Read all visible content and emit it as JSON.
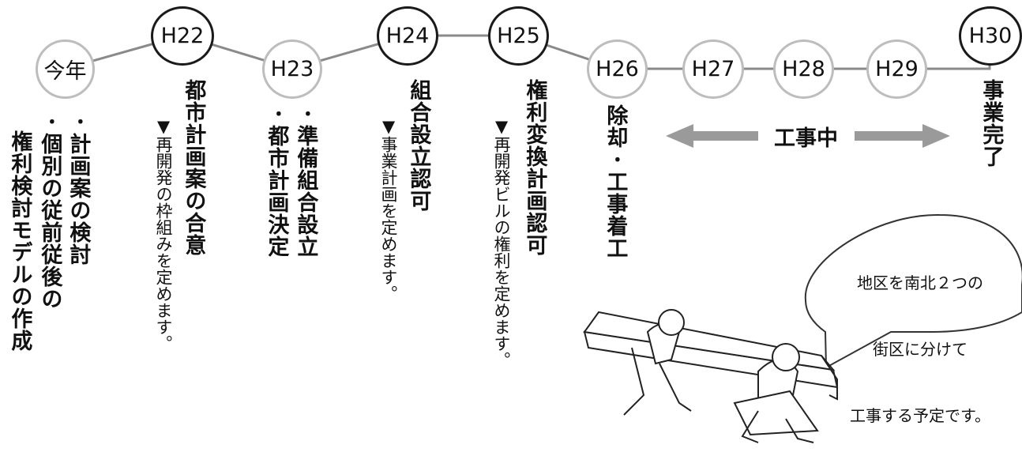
{
  "timeline": {
    "nodes": [
      {
        "label": "今年",
        "kind": "future"
      },
      {
        "label": "H22",
        "kind": "past"
      },
      {
        "label": "H23",
        "kind": "future"
      },
      {
        "label": "H24",
        "kind": "past"
      },
      {
        "label": "H25",
        "kind": "past"
      },
      {
        "label": "H26",
        "kind": "future"
      },
      {
        "label": "H27",
        "kind": "future"
      },
      {
        "label": "H28",
        "kind": "future"
      },
      {
        "label": "H29",
        "kind": "future"
      },
      {
        "label": "H30",
        "kind": "past"
      }
    ]
  },
  "events": {
    "kotoshi": {
      "item1": "･計画案の検討",
      "item2": "･個別の従前従後の",
      "item3": "権利検討モデルの作成"
    },
    "h22": {
      "title": "都市計画案の合意",
      "note": "▼再開発の枠組みを定めます。"
    },
    "h23": {
      "item1": "･準備組合設立",
      "item2": "･都市計画決定"
    },
    "h24": {
      "title": "組合設立認可",
      "note": "▼事業計画を定めます。"
    },
    "h25": {
      "title": "権利変換計画認可",
      "note": "▼再開発ビルの権利を定めます。"
    },
    "h26": {
      "title": "除却･工事着工"
    },
    "h30": {
      "title": "事業完了"
    }
  },
  "construction": {
    "label": "工事中"
  },
  "speech_bubble": {
    "line1": "地区を南北２つの",
    "line2": "街区に分けて",
    "line3": "工事する予定です。"
  },
  "colors": {
    "past_border": "#1a1a1a",
    "future_border": "#bdbdbd",
    "connector": "#8a8a8a",
    "arrow": "#9a9a9a"
  }
}
